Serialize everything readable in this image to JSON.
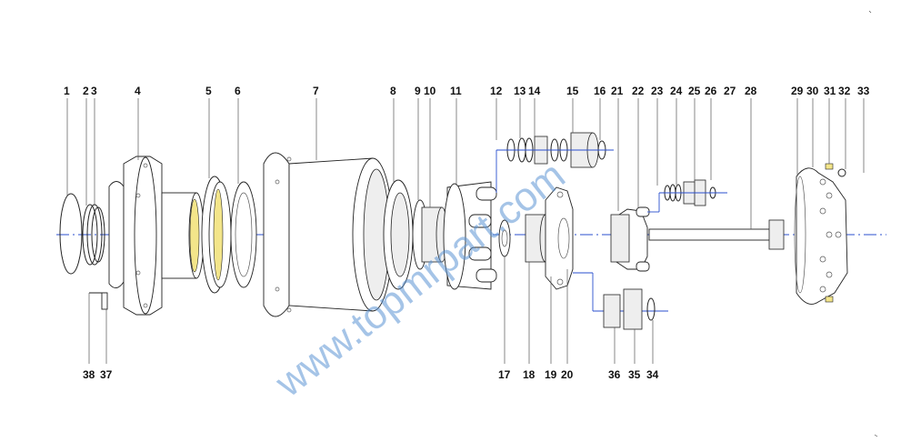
{
  "diagram": {
    "watermark": "www.topmrpart.com",
    "labels_top": [
      "1",
      "2",
      "3",
      "4",
      "5",
      "6",
      "7",
      "8",
      "9",
      "10",
      "11",
      "12",
      "13",
      "14",
      "15",
      "16",
      "21",
      "22",
      "23",
      "24",
      "25",
      "26",
      "27",
      "28",
      "29",
      "30",
      "31",
      "32",
      "33"
    ],
    "labels_bottom": [
      "38",
      "37",
      "17",
      "18",
      "19",
      "20",
      "36",
      "35",
      "34"
    ]
  },
  "colors": {
    "axis": "#2a4fcf",
    "watermark": "#5b93d3",
    "highlight": "#f3e58a"
  }
}
